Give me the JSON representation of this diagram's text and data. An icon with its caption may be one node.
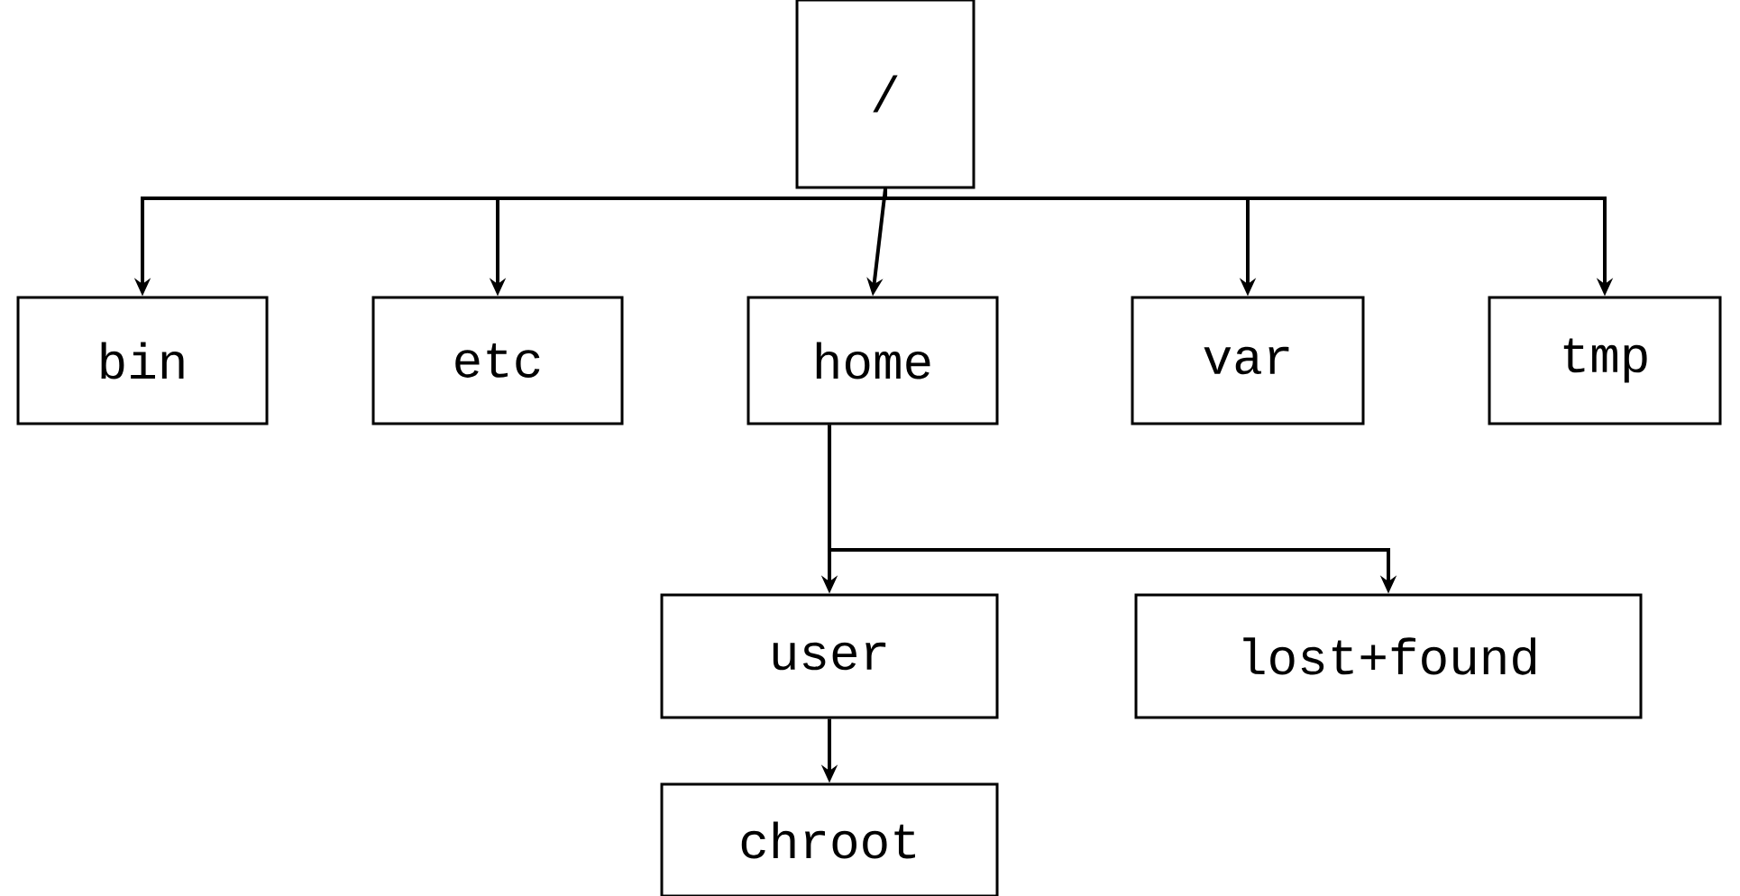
{
  "diagram": {
    "nodes": [
      {
        "text": [
          "/"
        ]
      },
      {
        "text": [
          "bin"
        ]
      },
      {
        "text": [
          "etc"
        ]
      },
      {
        "text": [
          "home"
        ]
      },
      {
        "text": [
          "var"
        ]
      },
      {
        "text": [
          "tmp"
        ]
      },
      {
        "text": [
          "user"
        ]
      },
      {
        "text": [
          "lost+found"
        ]
      },
      {
        "text": [
          "chroot"
        ]
      }
    ],
    "edges": [
      {
        "from": 0,
        "to": 1,
        "arrow": "to"
      },
      {
        "from": 0,
        "to": 2,
        "arrow": "to"
      },
      {
        "from": 0,
        "to": 3,
        "arrow": "to"
      },
      {
        "from": 0,
        "to": 4,
        "arrow": "to"
      },
      {
        "from": 0,
        "to": 5,
        "arrow": "to"
      },
      {
        "from": 3,
        "to": 6,
        "arrow": "to"
      },
      {
        "from": 3,
        "to": 7,
        "arrow": "to"
      },
      {
        "from": 6,
        "to": 8,
        "arrow": "to"
      }
    ]
  }
}
